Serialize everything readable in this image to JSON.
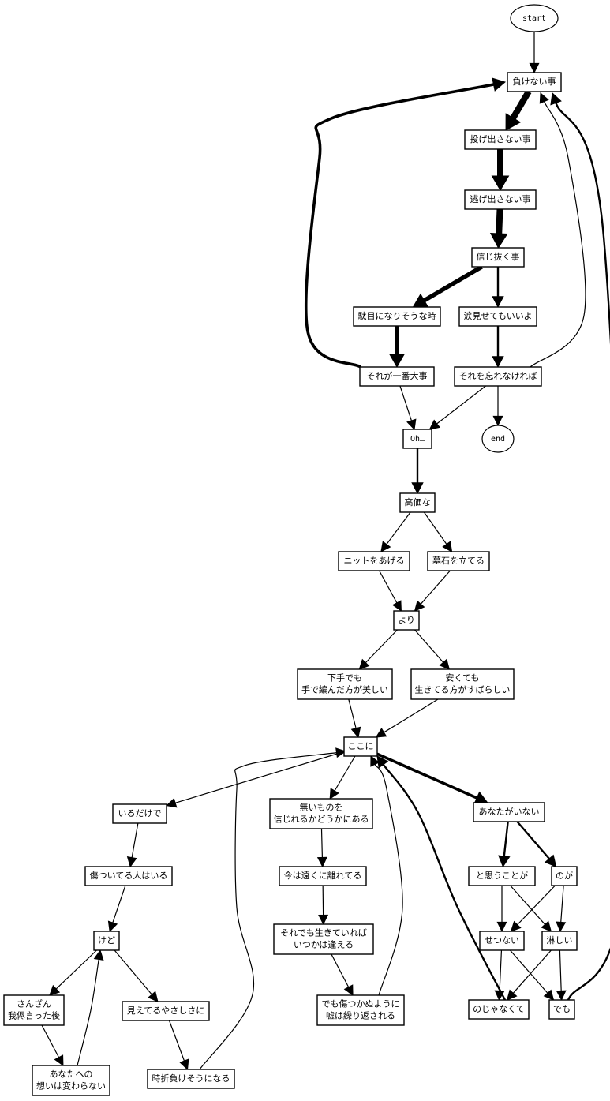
{
  "graph": {
    "type": "directed-flow",
    "nodes": [
      {
        "id": "start",
        "label": "start",
        "shape": "ellipse"
      },
      {
        "id": "n1",
        "label": "負けない事",
        "shape": "box"
      },
      {
        "id": "n2",
        "label": "投げ出さない事",
        "shape": "box"
      },
      {
        "id": "n3",
        "label": "逃げ出さない事",
        "shape": "box"
      },
      {
        "id": "n4",
        "label": "信じ抜く事",
        "shape": "box"
      },
      {
        "id": "n5",
        "label": "駄目になりそうな時",
        "shape": "box"
      },
      {
        "id": "n6",
        "label": "涙見せてもいいよ",
        "shape": "box"
      },
      {
        "id": "n7",
        "label": "それが一番大事",
        "shape": "box"
      },
      {
        "id": "n8",
        "label": "それを忘れなければ",
        "shape": "box"
      },
      {
        "id": "end",
        "label": "end",
        "shape": "ellipse"
      },
      {
        "id": "n9",
        "label": "Oh…",
        "shape": "box"
      },
      {
        "id": "n10",
        "label": "高価な",
        "shape": "box"
      },
      {
        "id": "n11",
        "label": "ニットをあげる",
        "shape": "box"
      },
      {
        "id": "n12",
        "label": "墓石を立てる",
        "shape": "box"
      },
      {
        "id": "n13",
        "label": "より",
        "shape": "box"
      },
      {
        "id": "n14",
        "label": [
          "下手でも",
          "手で編んだ方が美しい"
        ],
        "shape": "box"
      },
      {
        "id": "n15",
        "label": [
          "安くても",
          "生きてる方がすばらしい"
        ],
        "shape": "box"
      },
      {
        "id": "n16",
        "label": "ここに",
        "shape": "box"
      },
      {
        "id": "n17",
        "label": "いるだけで",
        "shape": "box"
      },
      {
        "id": "n18",
        "label": [
          "無いものを",
          "信じれるかどうかにある"
        ],
        "shape": "box"
      },
      {
        "id": "n19",
        "label": "あなたがいない",
        "shape": "box"
      },
      {
        "id": "n20",
        "label": "傷ついてる人はいる",
        "shape": "box"
      },
      {
        "id": "n21",
        "label": "今は遠くに離れてる",
        "shape": "box"
      },
      {
        "id": "n22",
        "label": "と思うことが",
        "shape": "box"
      },
      {
        "id": "n23",
        "label": "のが",
        "shape": "box"
      },
      {
        "id": "n24",
        "label": "けど",
        "shape": "box"
      },
      {
        "id": "n25",
        "label": [
          "それでも生きていれば",
          "いつかは逢える"
        ],
        "shape": "box"
      },
      {
        "id": "n26",
        "label": "せつない",
        "shape": "box"
      },
      {
        "id": "n27",
        "label": "淋しい",
        "shape": "box"
      },
      {
        "id": "n28",
        "label": [
          "さんざん",
          "我侭言った後"
        ],
        "shape": "box"
      },
      {
        "id": "n29",
        "label": "見えてるやさしさに",
        "shape": "box"
      },
      {
        "id": "n30",
        "label": [
          "でも傷つかぬように",
          "嘘は繰り返される"
        ],
        "shape": "box"
      },
      {
        "id": "n31",
        "label": "のじゃなくて",
        "shape": "box"
      },
      {
        "id": "n32",
        "label": "でも",
        "shape": "box"
      },
      {
        "id": "n33",
        "label": [
          "あなたへの",
          "想いは変わらない"
        ],
        "shape": "box"
      },
      {
        "id": "n34",
        "label": "時折負けそうになる",
        "shape": "box"
      }
    ],
    "edges": [
      {
        "from": "start",
        "to": "n1",
        "weight": 1
      },
      {
        "from": "n1",
        "to": "n2",
        "weight": 5
      },
      {
        "from": "n2",
        "to": "n3",
        "weight": 5
      },
      {
        "from": "n3",
        "to": "n4",
        "weight": 5
      },
      {
        "from": "n4",
        "to": "n5",
        "weight": 4
      },
      {
        "from": "n4",
        "to": "n6",
        "weight": 2
      },
      {
        "from": "n5",
        "to": "n7",
        "weight": 4
      },
      {
        "from": "n6",
        "to": "n8",
        "weight": 2
      },
      {
        "from": "n7",
        "to": "n1",
        "weight": 3
      },
      {
        "from": "n8",
        "to": "n1",
        "weight": 1
      },
      {
        "from": "n8",
        "to": "end",
        "weight": 1
      },
      {
        "from": "n7",
        "to": "n9",
        "weight": 1
      },
      {
        "from": "n8",
        "to": "n9",
        "weight": 1
      },
      {
        "from": "n9",
        "to": "n10",
        "weight": 2
      },
      {
        "from": "n10",
        "to": "n11",
        "weight": 1
      },
      {
        "from": "n10",
        "to": "n12",
        "weight": 1
      },
      {
        "from": "n11",
        "to": "n13",
        "weight": 1
      },
      {
        "from": "n12",
        "to": "n13",
        "weight": 1
      },
      {
        "from": "n13",
        "to": "n14",
        "weight": 1
      },
      {
        "from": "n13",
        "to": "n15",
        "weight": 1
      },
      {
        "from": "n14",
        "to": "n16",
        "weight": 1
      },
      {
        "from": "n15",
        "to": "n16",
        "weight": 1
      },
      {
        "from": "n16",
        "to": "n17",
        "weight": 1
      },
      {
        "from": "n16",
        "to": "n18",
        "weight": 1
      },
      {
        "from": "n16",
        "to": "n19",
        "weight": 3
      },
      {
        "from": "n17",
        "to": "n20",
        "weight": 1
      },
      {
        "from": "n18",
        "to": "n21",
        "weight": 1
      },
      {
        "from": "n19",
        "to": "n22",
        "weight": 2
      },
      {
        "from": "n19",
        "to": "n23",
        "weight": 2
      },
      {
        "from": "n20",
        "to": "n24",
        "weight": 1
      },
      {
        "from": "n21",
        "to": "n25",
        "weight": 1
      },
      {
        "from": "n22",
        "to": "n26",
        "weight": 1
      },
      {
        "from": "n22",
        "to": "n27",
        "weight": 1
      },
      {
        "from": "n23",
        "to": "n26",
        "weight": 1
      },
      {
        "from": "n23",
        "to": "n27",
        "weight": 1
      },
      {
        "from": "n24",
        "to": "n28",
        "weight": 1
      },
      {
        "from": "n24",
        "to": "n29",
        "weight": 1
      },
      {
        "from": "n25",
        "to": "n30",
        "weight": 1
      },
      {
        "from": "n26",
        "to": "n31",
        "weight": 1
      },
      {
        "from": "n26",
        "to": "n32",
        "weight": 1
      },
      {
        "from": "n27",
        "to": "n31",
        "weight": 1
      },
      {
        "from": "n27",
        "to": "n32",
        "weight": 1
      },
      {
        "from": "n28",
        "to": "n33",
        "weight": 1
      },
      {
        "from": "n29",
        "to": "n34",
        "weight": 1
      },
      {
        "from": "n33",
        "to": "n24",
        "weight": 1
      },
      {
        "from": "n34",
        "to": "n16",
        "weight": 1
      },
      {
        "from": "n30",
        "to": "n16",
        "weight": 1
      },
      {
        "from": "n31",
        "to": "n16",
        "weight": 2
      },
      {
        "from": "n32",
        "to": "n1",
        "weight": 2
      }
    ]
  }
}
